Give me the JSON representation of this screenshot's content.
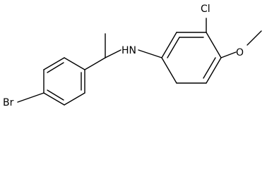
{
  "molecule": {
    "atoms": {
      "br": "Br",
      "nh": "HN",
      "cl": "Cl",
      "o": "O"
    }
  }
}
